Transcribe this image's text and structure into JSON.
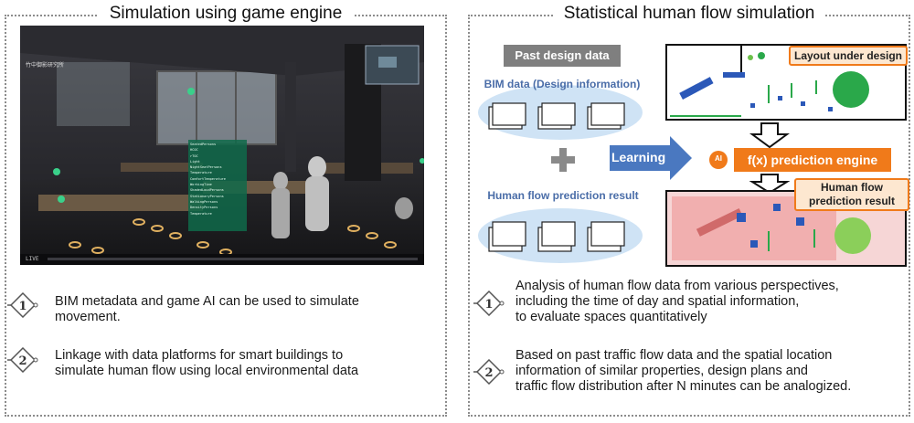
{
  "left_panel": {
    "title": "Simulation using game engine",
    "game_view": {
      "hud_label": "竹中御影研究所",
      "stats_lines": [
        "SeatedPersons",
        "HCOC",
        "rTOC",
        "Light",
        "NightSeatPersons",
        "Temperature",
        "ComfortTemperature",
        "WorkingTime",
        "ShadedLoudPersons",
        "StationaryPersons",
        "WalkingPersons",
        "DensityPersons",
        "Temperature"
      ],
      "status_text": "LIVE"
    },
    "items": [
      {
        "number": "1",
        "text_line1": "BIM metadata and game AI can be used to simulate",
        "text_line2": "movement."
      },
      {
        "number": "2",
        "text_line1": "Linkage with data platforms for smart buildings to",
        "text_line2": "simulate human flow using local environmental data"
      }
    ]
  },
  "right_panel": {
    "title": "Statistical human flow simulation",
    "diagram": {
      "past_design_data": "Past design data",
      "bim_data": "BIM data (Design information)",
      "human_flow_prediction_result_input": "Human flow prediction result",
      "learning": "Learning",
      "ai_badge": "AI",
      "prediction_engine": "f(x) prediction engine",
      "layout_under_design": "Layout under design",
      "output_line1": "Human flow",
      "output_line2": "prediction result",
      "plus": "+"
    },
    "items": [
      {
        "number": "1",
        "text_line1": "Analysis of human flow data from various perspectives,",
        "text_line2": "including the time of day and spatial information,",
        "text_line3": "to evaluate spaces quantitatively"
      },
      {
        "number": "2",
        "text_line1": "Based on past traffic flow data and the spatial location",
        "text_line2": "information of similar properties, design plans and",
        "text_line3": "traffic flow distribution after N minutes can be analogized."
      }
    ]
  },
  "colors": {
    "orange": "#f07a1a",
    "blue_arrow": "#4a78c0",
    "gray_box": "#7f7f7f",
    "light_blue": "#cfe3f5",
    "green": "#2aa84a"
  }
}
